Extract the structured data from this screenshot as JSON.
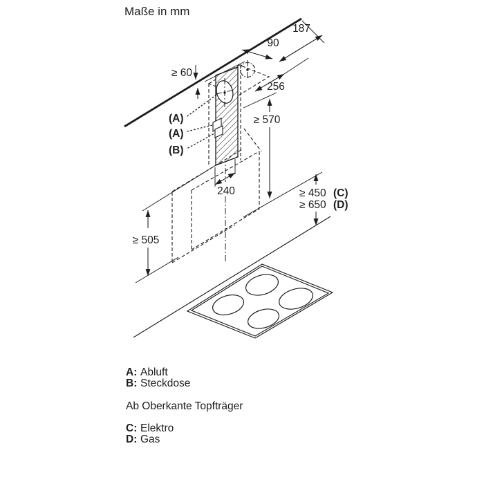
{
  "title": "Maße in mm",
  "dims": {
    "along_ceiling": "187",
    "duct_offset": "90",
    "chimney_depth": "256",
    "ceiling_gap": "≥ 60",
    "hob_to_mount": "≥ 570",
    "bracket_width": "240",
    "wall_panel_height": "≥ 505",
    "clearance_electric": "≥ 450",
    "clearance_electric_key": "(C)",
    "clearance_gas": "≥ 650",
    "clearance_gas_key": "(D)"
  },
  "callouts": {
    "duct_rear": "(A)",
    "duct_alt": "(A)",
    "socket": "(B)"
  },
  "legend": {
    "a_key": "A:",
    "a_val": "Abluft",
    "b_key": "B:",
    "b_val": "Steckdose",
    "note": "Ab Oberkante Topfträger",
    "c_key": "C:",
    "c_val": "Elektro",
    "d_key": "D:",
    "d_val": "Gas"
  },
  "colors": {
    "ink": "#1d1d1b",
    "background": "#ffffff"
  }
}
